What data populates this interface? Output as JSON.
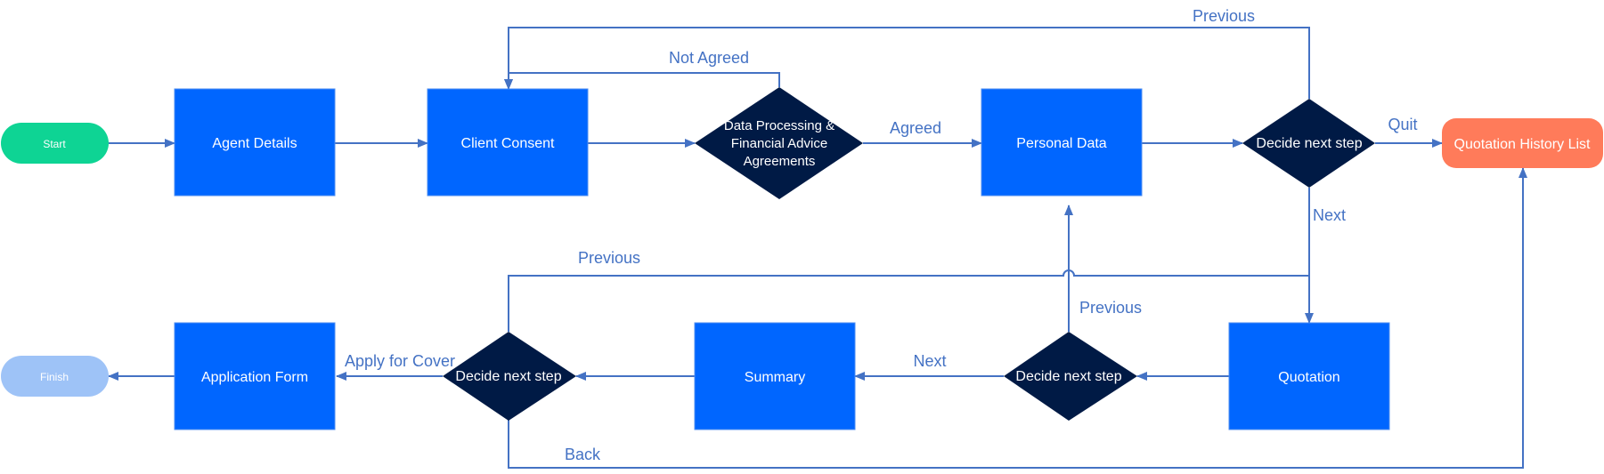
{
  "nodes": {
    "start": "Start",
    "finish": "Finish",
    "agent_details": "Agent Details",
    "client_consent": "Client Consent",
    "agreements": [
      "Data Processing &",
      "Financial Advice",
      "Agreements"
    ],
    "personal_data": "Personal Data",
    "decide_top": "Decide next step",
    "quotation_history": "Quotation History List",
    "quotation": "Quotation",
    "decide_mid": "Decide next step",
    "summary": "Summary",
    "decide_left": "Decide next step",
    "application_form": "Application Form"
  },
  "edges": {
    "previous_top": "Previous",
    "not_agreed": "Not Agreed",
    "agreed": "Agreed",
    "quit": "Quit",
    "next_down": "Next",
    "previous_left": "Previous",
    "previous_mid": "Previous",
    "next_left": "Next",
    "apply_for_cover": "Apply for Cover",
    "back": "Back"
  },
  "colors": {
    "process": "#0066ff",
    "decision": "#001a45",
    "start": "#0ed494",
    "finish": "#9ec3f7",
    "quotation_history": "#ff7b5a",
    "connector": "#4472c4"
  }
}
